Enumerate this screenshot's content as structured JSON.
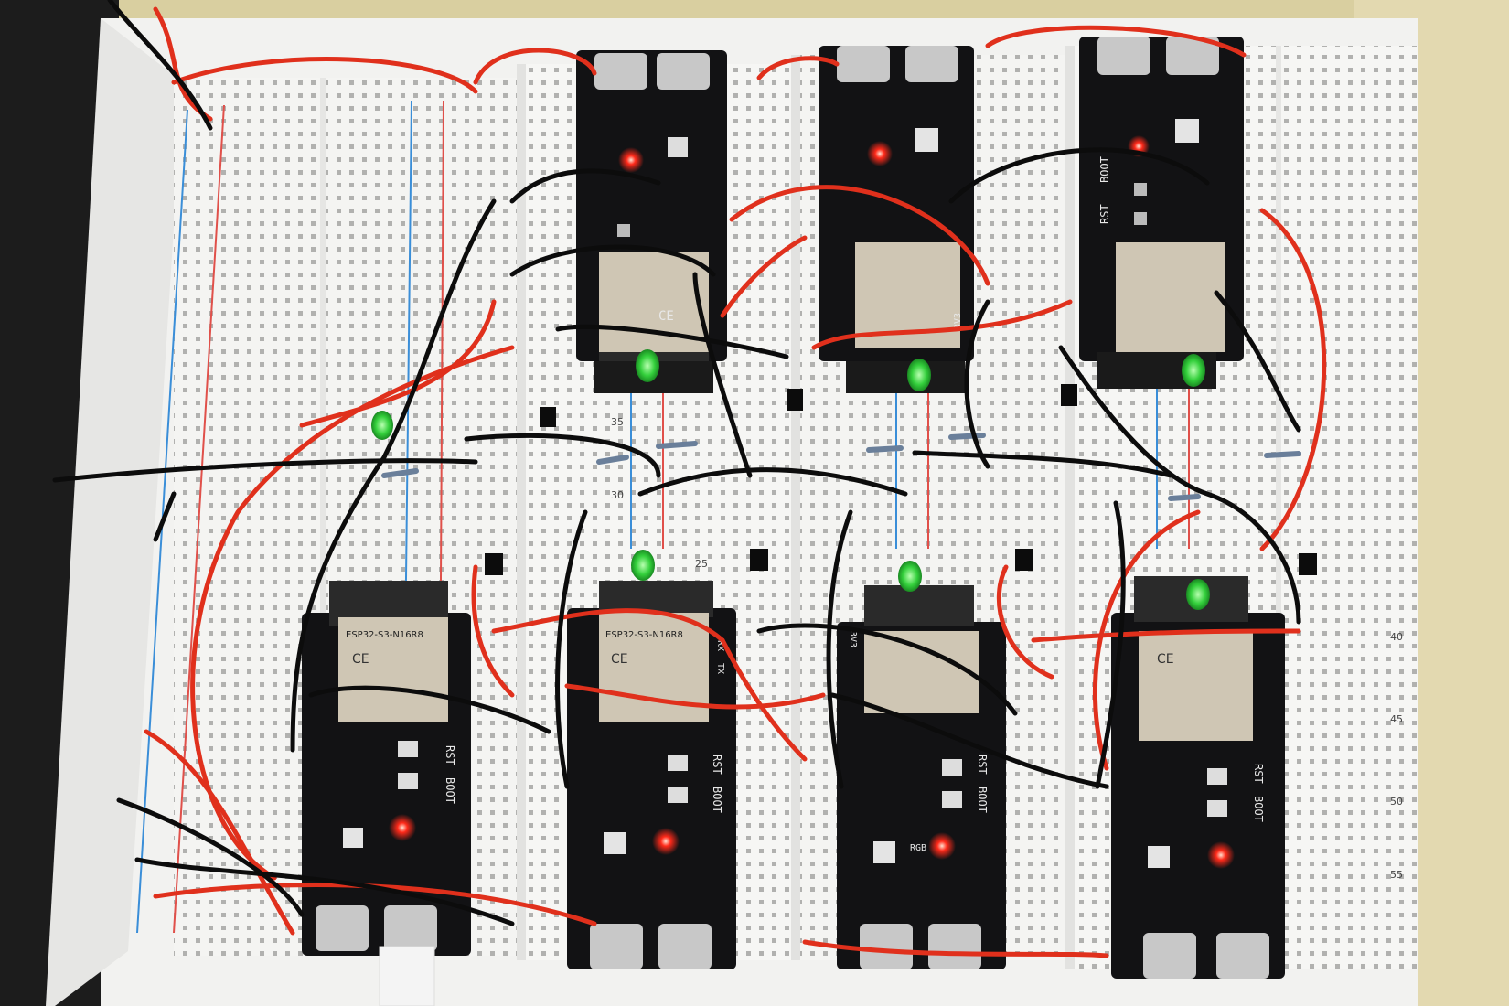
{
  "photo": {
    "subject": "breadboard-with-esp32-s3-boards",
    "board_count": 7,
    "colors": {
      "background_desk": "#d9cfa0",
      "board_frame": "#f2f2f0",
      "breadboard": "#f4f4f2",
      "breadboard_hole": "#9a9a98",
      "rail_red": "#e0504a",
      "rail_blue": "#3a8ed8",
      "pcb": "#121214",
      "module_shield": "#cfc6b4",
      "wire_red": "#e0301c",
      "wire_black": "#0c0c0c",
      "led_green": "#34d03c",
      "led_red_glow": "#ff2a1a"
    }
  },
  "modules": {
    "label_1": "ESP32-S3-N16R8",
    "label_2": "ESP32-S3-N16R8",
    "ce_mark": "CE"
  },
  "silkscreen": {
    "rst": "RST",
    "boot": "BOOT",
    "rgb": "RGB",
    "pin_3v3": "3V3",
    "pin_rx": "RX",
    "pin_tx": "TX"
  },
  "breadboard_numbers": {
    "row_a": [
      "35",
      "30",
      "25"
    ],
    "row_b": [
      "40",
      "45",
      "50",
      "55"
    ]
  }
}
